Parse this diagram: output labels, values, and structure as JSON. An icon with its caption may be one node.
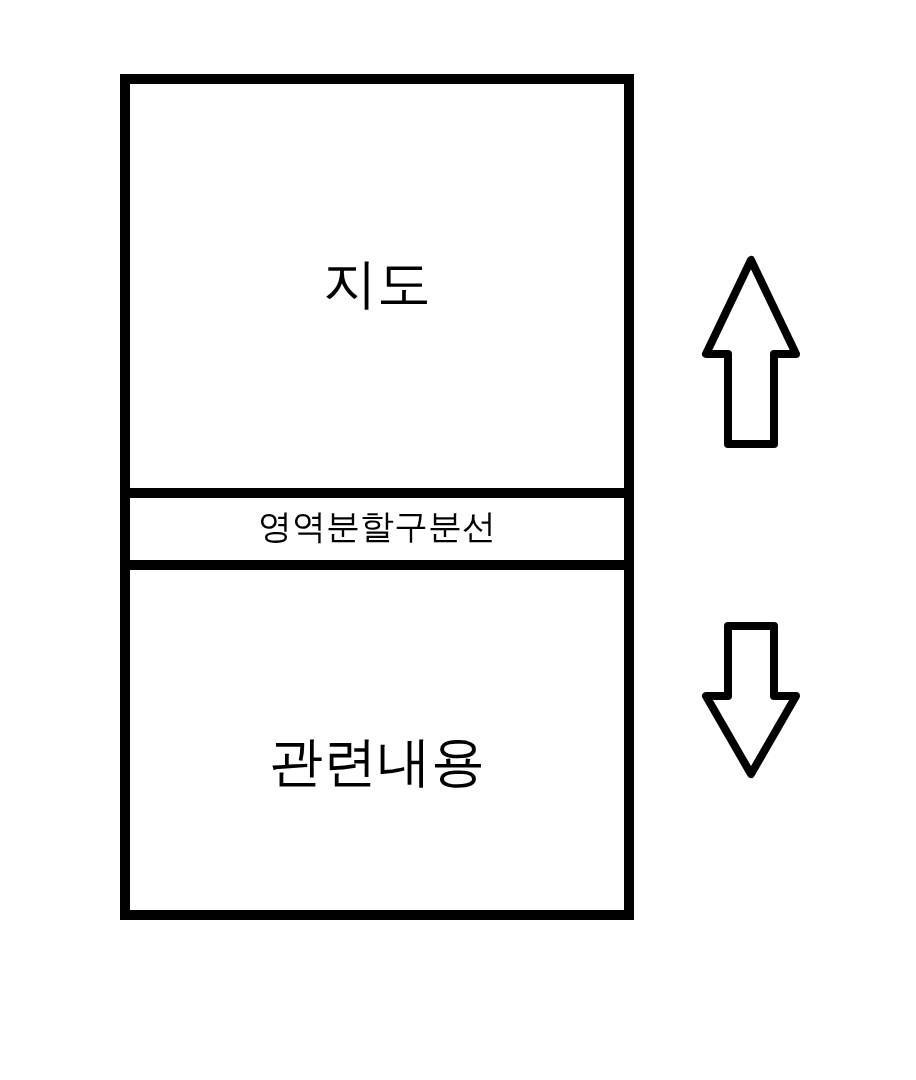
{
  "diagram": {
    "nodes": [
      {
        "text": [
          "지도"
        ]
      },
      {
        "text": [
          "영역분할구분선"
        ]
      },
      {
        "text": [
          "관련내용"
        ]
      }
    ]
  }
}
